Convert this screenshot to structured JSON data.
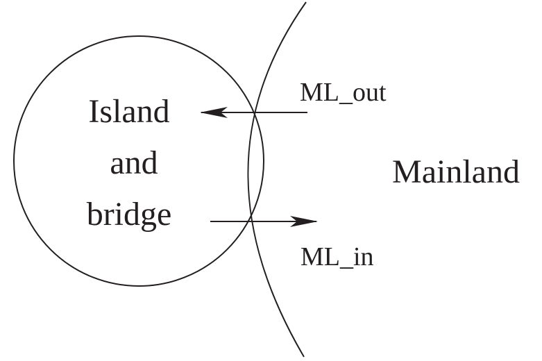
{
  "island": {
    "line1": "Island",
    "line2": "and",
    "line3": "bridge"
  },
  "mainland": {
    "label": "Mainland"
  },
  "arrows": {
    "out_label": "ML_out",
    "in_label": "ML_in"
  },
  "colors": {
    "ink": "#231f20",
    "background": "#ffffff"
  }
}
